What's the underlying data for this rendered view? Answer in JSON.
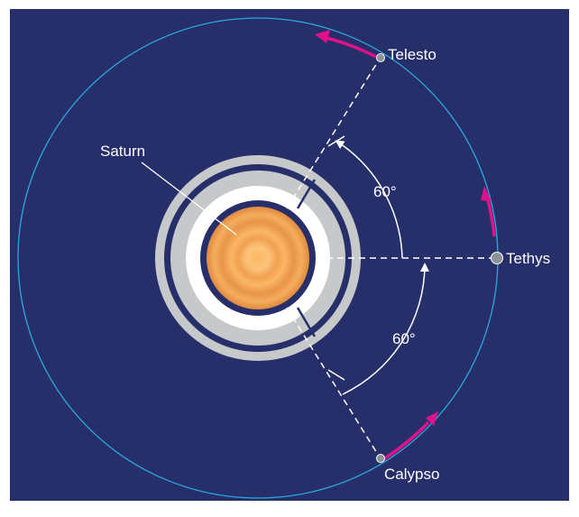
{
  "labels": {
    "planet": "Saturn",
    "moon_leading": "Telesto",
    "moon_main": "Tethys",
    "moon_trailing": "Calypso",
    "angle_upper": "60°",
    "angle_lower": "60°"
  },
  "colors": {
    "space": "#272f6a",
    "orbit": "#2aa8e0",
    "motion_arrow": "#e0118a",
    "ring_gray": "#c7c8ca",
    "ring_white": "#ffffff",
    "planet_core": "#fdb85f",
    "planet_band": "#e89a4a",
    "moon": "#8c9296"
  }
}
